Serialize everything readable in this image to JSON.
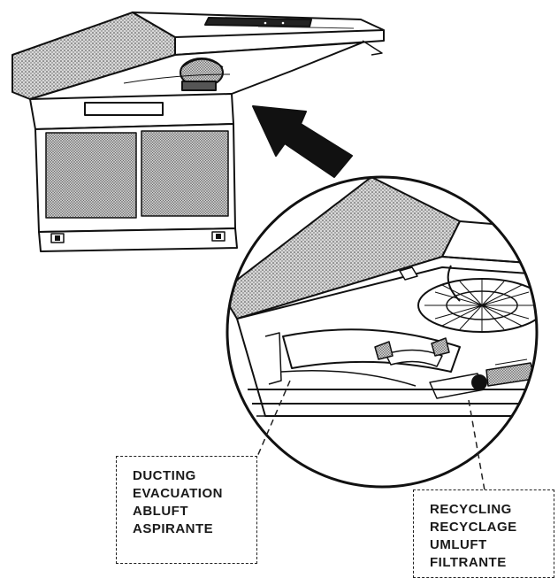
{
  "labels": {
    "ducting": [
      "DUCTING",
      "EVACUATION",
      "ABLUFT",
      "ASPIRANTE"
    ],
    "recycling": [
      "RECYCLING",
      "RECYCLAGE",
      "UMLUFT",
      "FILTRANTE"
    ]
  },
  "colors": {
    "ink": "#1a1a1a",
    "paper": "#ffffff",
    "screen": "#bdbdbd"
  }
}
